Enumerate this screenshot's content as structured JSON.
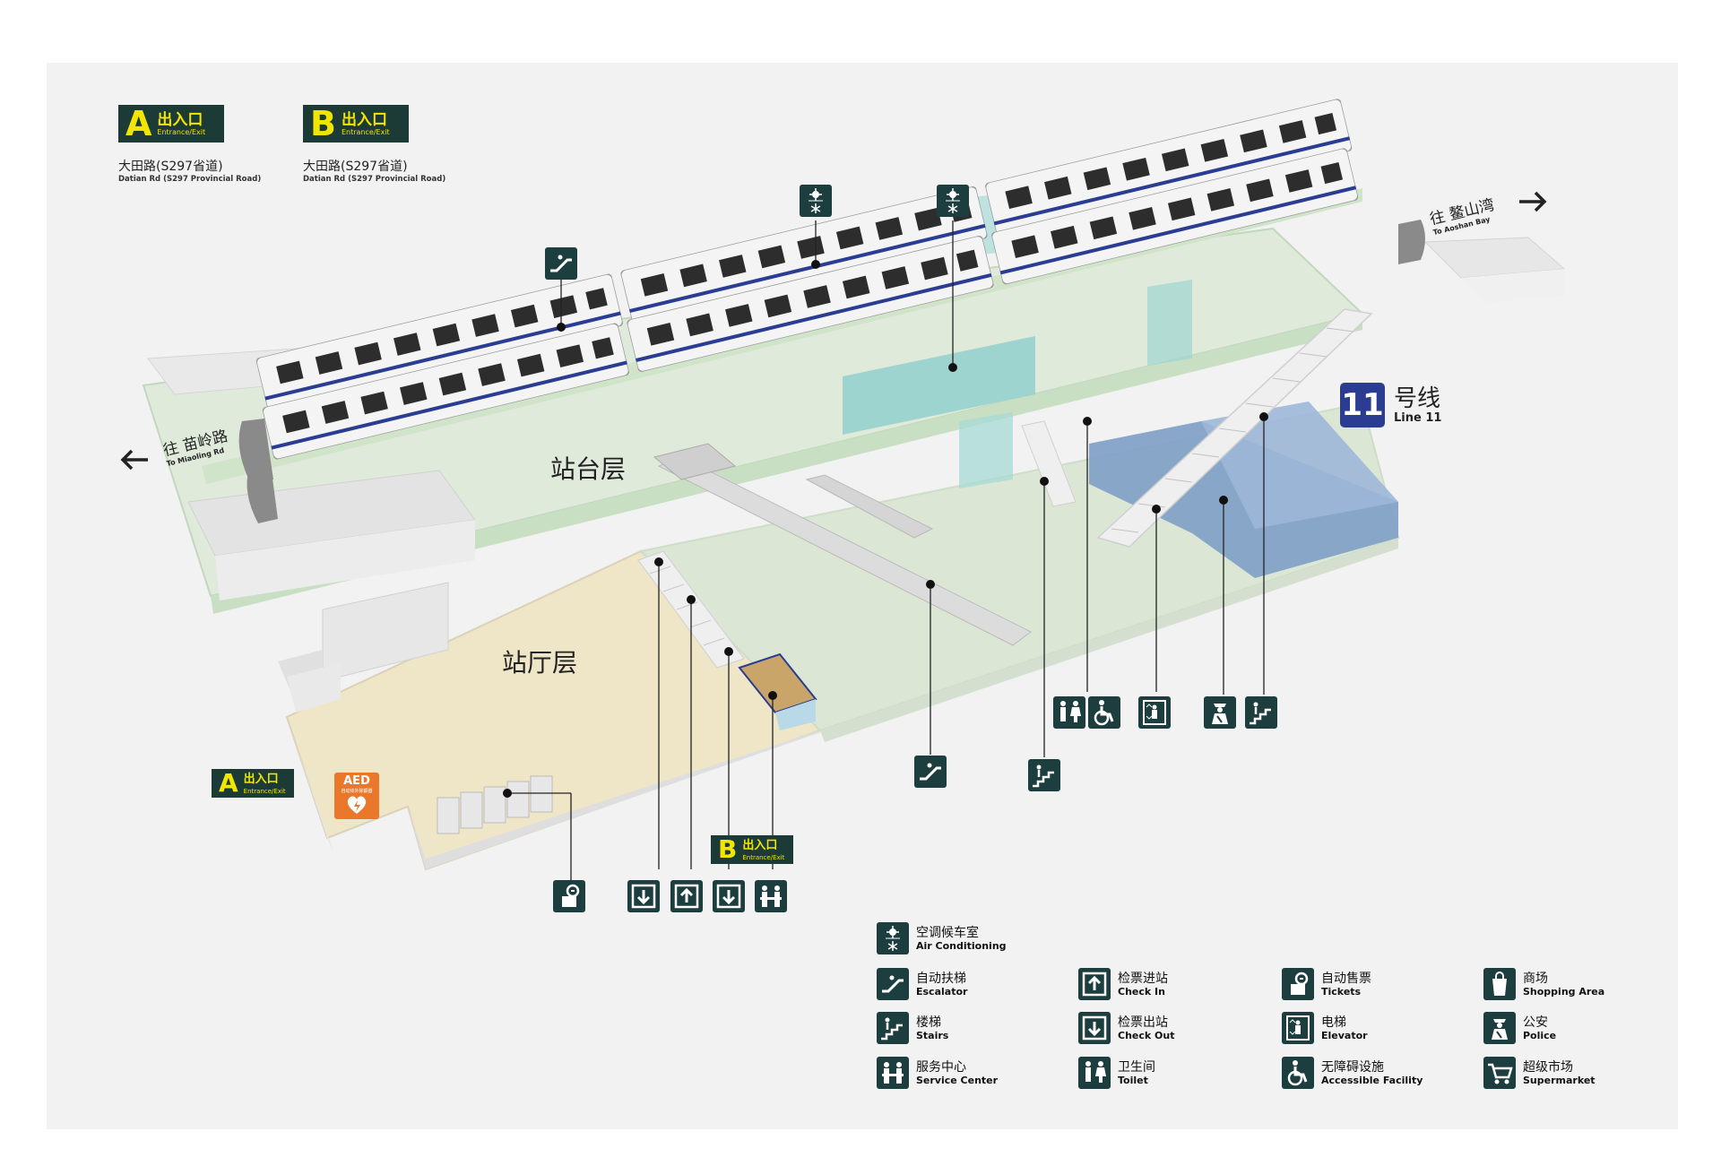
{
  "entrances_top": [
    {
      "letter": "A",
      "label_cn": "出入口",
      "label_en": "Entrance/Exit",
      "road_cn": "大田路(S297省道)",
      "road_en": "Datian Rd (S297 Provincial Road)"
    },
    {
      "letter": "B",
      "label_cn": "出入口",
      "label_en": "Entrance/Exit",
      "road_cn": "大田路(S297省道)",
      "road_en": "Datian Rd (S297 Provincial Road)"
    }
  ],
  "entrance_a_lower": {
    "letter": "A",
    "label_cn": "出入口",
    "label_en": "Entrance/Exit"
  },
  "entrance_b_lower": {
    "letter": "B",
    "label_cn": "出入口",
    "label_en": "Entrance/Exit"
  },
  "direction_left": {
    "cn": "往 苗岭路",
    "en": "To Miaoling Rd"
  },
  "direction_right": {
    "cn": "往 鳌山湾",
    "en": "To Aoshan Bay"
  },
  "platform_label": "站台层",
  "concourse_label": "站厅层",
  "line": {
    "number": "11",
    "cn": "号线",
    "en": "Line 11",
    "color": "#2a3d92"
  },
  "aed": {
    "title": "AED",
    "subtitle": "自动体外除颤器"
  },
  "legend": [
    {
      "icon": "air-conditioning-icon",
      "cn": "空调候车室",
      "en": "Air Conditioning"
    },
    {
      "icon": "escalator-icon",
      "cn": "自动扶梯",
      "en": "Escalator"
    },
    {
      "icon": "stairs-icon",
      "cn": "楼梯",
      "en": "Stairs"
    },
    {
      "icon": "service-center-icon",
      "cn": "服务中心",
      "en": "Service Center"
    },
    {
      "icon": "check-in-icon",
      "cn": "检票进站",
      "en": "Check In"
    },
    {
      "icon": "check-out-icon",
      "cn": "检票出站",
      "en": "Check Out"
    },
    {
      "icon": "toilet-icon",
      "cn": "卫生间",
      "en": "Toilet"
    },
    {
      "icon": "tickets-icon",
      "cn": "自动售票",
      "en": "Tickets"
    },
    {
      "icon": "elevator-icon",
      "cn": "电梯",
      "en": "Elevator"
    },
    {
      "icon": "accessible-icon",
      "cn": "无障碍设施",
      "en": "Accessible Facility"
    },
    {
      "icon": "shopping-icon",
      "cn": "商场",
      "en": "Shopping Area"
    },
    {
      "icon": "police-icon",
      "cn": "公安",
      "en": "Police"
    },
    {
      "icon": "supermarket-icon",
      "cn": "超级市场",
      "en": "Supermarket"
    }
  ],
  "colors": {
    "icon_bg": "#1d3e3e",
    "badge_text": "#f2e600",
    "platform": "#d6e8cf",
    "concourse": "#efe6c8",
    "glass": "#8fd3cf",
    "blue_block": "#7e9fc7",
    "aed": "#e9782a"
  }
}
